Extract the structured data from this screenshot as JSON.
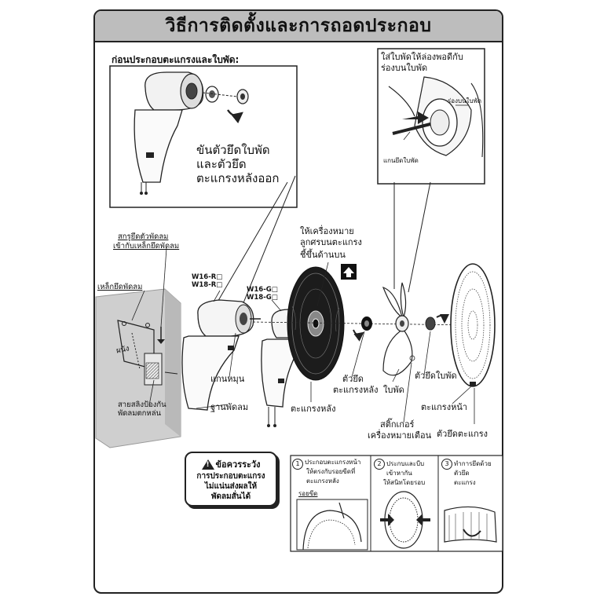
{
  "page": {
    "title": "วิธีการติดตั้งและการถอดประกอบ"
  },
  "top_left_panel": {
    "heading": "ก่อนประกอบตะแกรงและใบพัด:",
    "instruction_line1": "ขันตัวยึดใบพัด",
    "instruction_line2": "และตัวยึด",
    "instruction_line3": "ตะแกรงหลังออก"
  },
  "top_right_panel": {
    "heading_line1": "ใส่ใบพัดให้ล่องพอดีกับ",
    "heading_line2": "ร่องบนใบพัด",
    "label_slot": "ร่องบนใบพัด",
    "label_shaft": "แกนยึดใบพัด"
  },
  "wall_labels": {
    "screw_line1": "สกรูยึดตัวพัดลม",
    "screw_line2": "เข้ากับเหล็กยึดพัดลม",
    "bracket": "เหล็กยึดพัดลม",
    "wall": "ผนัง",
    "strap_line1": "สายสลิงป้องกัน",
    "strap_line2": "พัดลมตกหล่น"
  },
  "models": {
    "r_line1": "W16-R□",
    "r_line2": "W18-R□",
    "g_line1": "W16-G□",
    "g_line2": "W18-G□"
  },
  "part_labels": {
    "align_mark_line1": "ให้เครื่องหมาย",
    "align_mark_line2": "ลูกศรบนตะแกรง",
    "align_mark_line3": "ชี้ขึ้นด้านบน",
    "spindle": "แกนหมุน",
    "base": "ฐานพัดลม",
    "rear_guard": "ตะแกรงหลัง",
    "rear_guard_nut_line1": "ตัวยึด",
    "rear_guard_nut_line2": "ตะแกรงหลัง",
    "blade": "ใบพัด",
    "blade_nut": "ตัวยึดใบพัด",
    "front_guard": "ตะแกรงหน้า",
    "sticker_line1": "สติ๊กเกอร์",
    "sticker_line2": "เครื่องหมายเตือน",
    "guard_clip": "ตัวยึดตะแกรง"
  },
  "caution": {
    "head": "ข้อควรระวัง",
    "line1": "การประกอบตะแกรง",
    "line2": "ไม่แน่นส่งผลให้",
    "line3": "พัดลมสั่นได้"
  },
  "steps": [
    {
      "num": "1",
      "line1": "ประกอบตะแกรงหน้า",
      "line2": "ให้ตรงกับรอยขีดที่",
      "line3": "ตะแกรงหลัง",
      "extra": "รอยขีด"
    },
    {
      "num": "2",
      "line1": "ประกบและบีบ",
      "line2": "เข้าหากัน",
      "line3": "ให้สนิทโดยรอบ",
      "extra": ""
    },
    {
      "num": "3",
      "line1": "ทำการยึดด้วย",
      "line2": "ตัวยึด",
      "line3": "ตะแกรง",
      "extra": ""
    }
  ],
  "icons": [
    "up-arrow-icon",
    "warning-icon",
    "rotate-arrow-icon"
  ]
}
